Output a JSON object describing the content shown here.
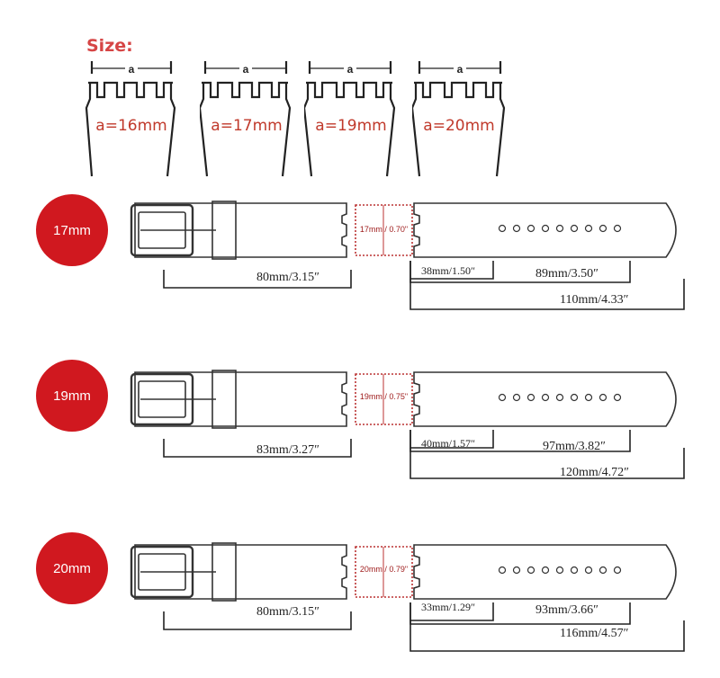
{
  "size_title": "Size:",
  "lug_label": "a",
  "lugs": [
    {
      "dim": "a=16mm"
    },
    {
      "dim": "a=17mm"
    },
    {
      "dim": "a=19mm"
    },
    {
      "dim": "a=20mm"
    }
  ],
  "straps": [
    {
      "badge": "17mm",
      "width_label": "17mm / 0.70\"",
      "buckle_len": "80mm/3.15″",
      "tip_len": "38mm/1.50″",
      "holes_len": "89mm/3.50″",
      "tail_len": "110mm/4.33″"
    },
    {
      "badge": "19mm",
      "width_label": "19mm / 0.75\"",
      "buckle_len": "83mm/3.27″",
      "tip_len": "40mm/1.57″",
      "holes_len": "97mm/3.82″",
      "tail_len": "120mm/4.72″"
    },
    {
      "badge": "20mm",
      "width_label": "20mm / 0.79\"",
      "buckle_len": "80mm/3.15″",
      "tip_len": "33mm/1.29″",
      "holes_len": "93mm/3.66″",
      "tail_len": "116mm/4.57″"
    }
  ],
  "colors": {
    "accent_red": "#d0181f",
    "label_red": "#c0392b",
    "line": "#333333"
  }
}
